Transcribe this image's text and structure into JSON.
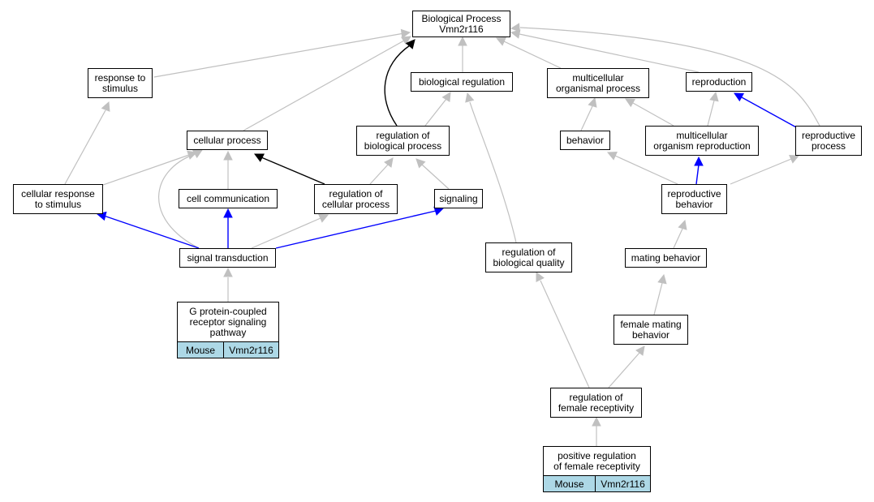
{
  "nodes": {
    "root": "Biological Process\nVmn2r116",
    "response_to_stimulus": "response to\nstimulus",
    "biological_regulation": "biological regulation",
    "multicellular_organismal_process": "multicellular\norganismal process",
    "reproduction": "reproduction",
    "cellular_process": "cellular process",
    "regulation_of_biological_process": "regulation of\nbiological process",
    "behavior": "behavior",
    "multicellular_organism_reproduction": "multicellular\norganism reproduction",
    "reproductive_process": "reproductive\nprocess",
    "cellular_response_to_stimulus": "cellular response\nto stimulus",
    "cell_communication": "cell communication",
    "regulation_of_cellular_process": "regulation of\ncellular process",
    "signaling": "signaling",
    "reproductive_behavior": "reproductive\nbehavior",
    "signal_transduction": "signal transduction",
    "regulation_of_biological_quality": "regulation of\nbiological quality",
    "mating_behavior": "mating behavior",
    "gpcr_signaling_pathway": "G protein-coupled\nreceptor signaling\npathway",
    "female_mating_behavior": "female mating\nbehavior",
    "regulation_of_female_receptivity": "regulation of\nfemale receptivity",
    "positive_regulation_of_female_receptivity": "positive regulation\nof female receptivity"
  },
  "annotations": {
    "gpcr": {
      "species": "Mouse",
      "gene": "Vmn2r116"
    },
    "positive_regulation": {
      "species": "Mouse",
      "gene": "Vmn2r116"
    }
  },
  "edge_colors": {
    "is_a": "#c0c0c0",
    "part_of": "#0000ff",
    "regulates": "#000000"
  },
  "annotation_fill": "#add8e6"
}
